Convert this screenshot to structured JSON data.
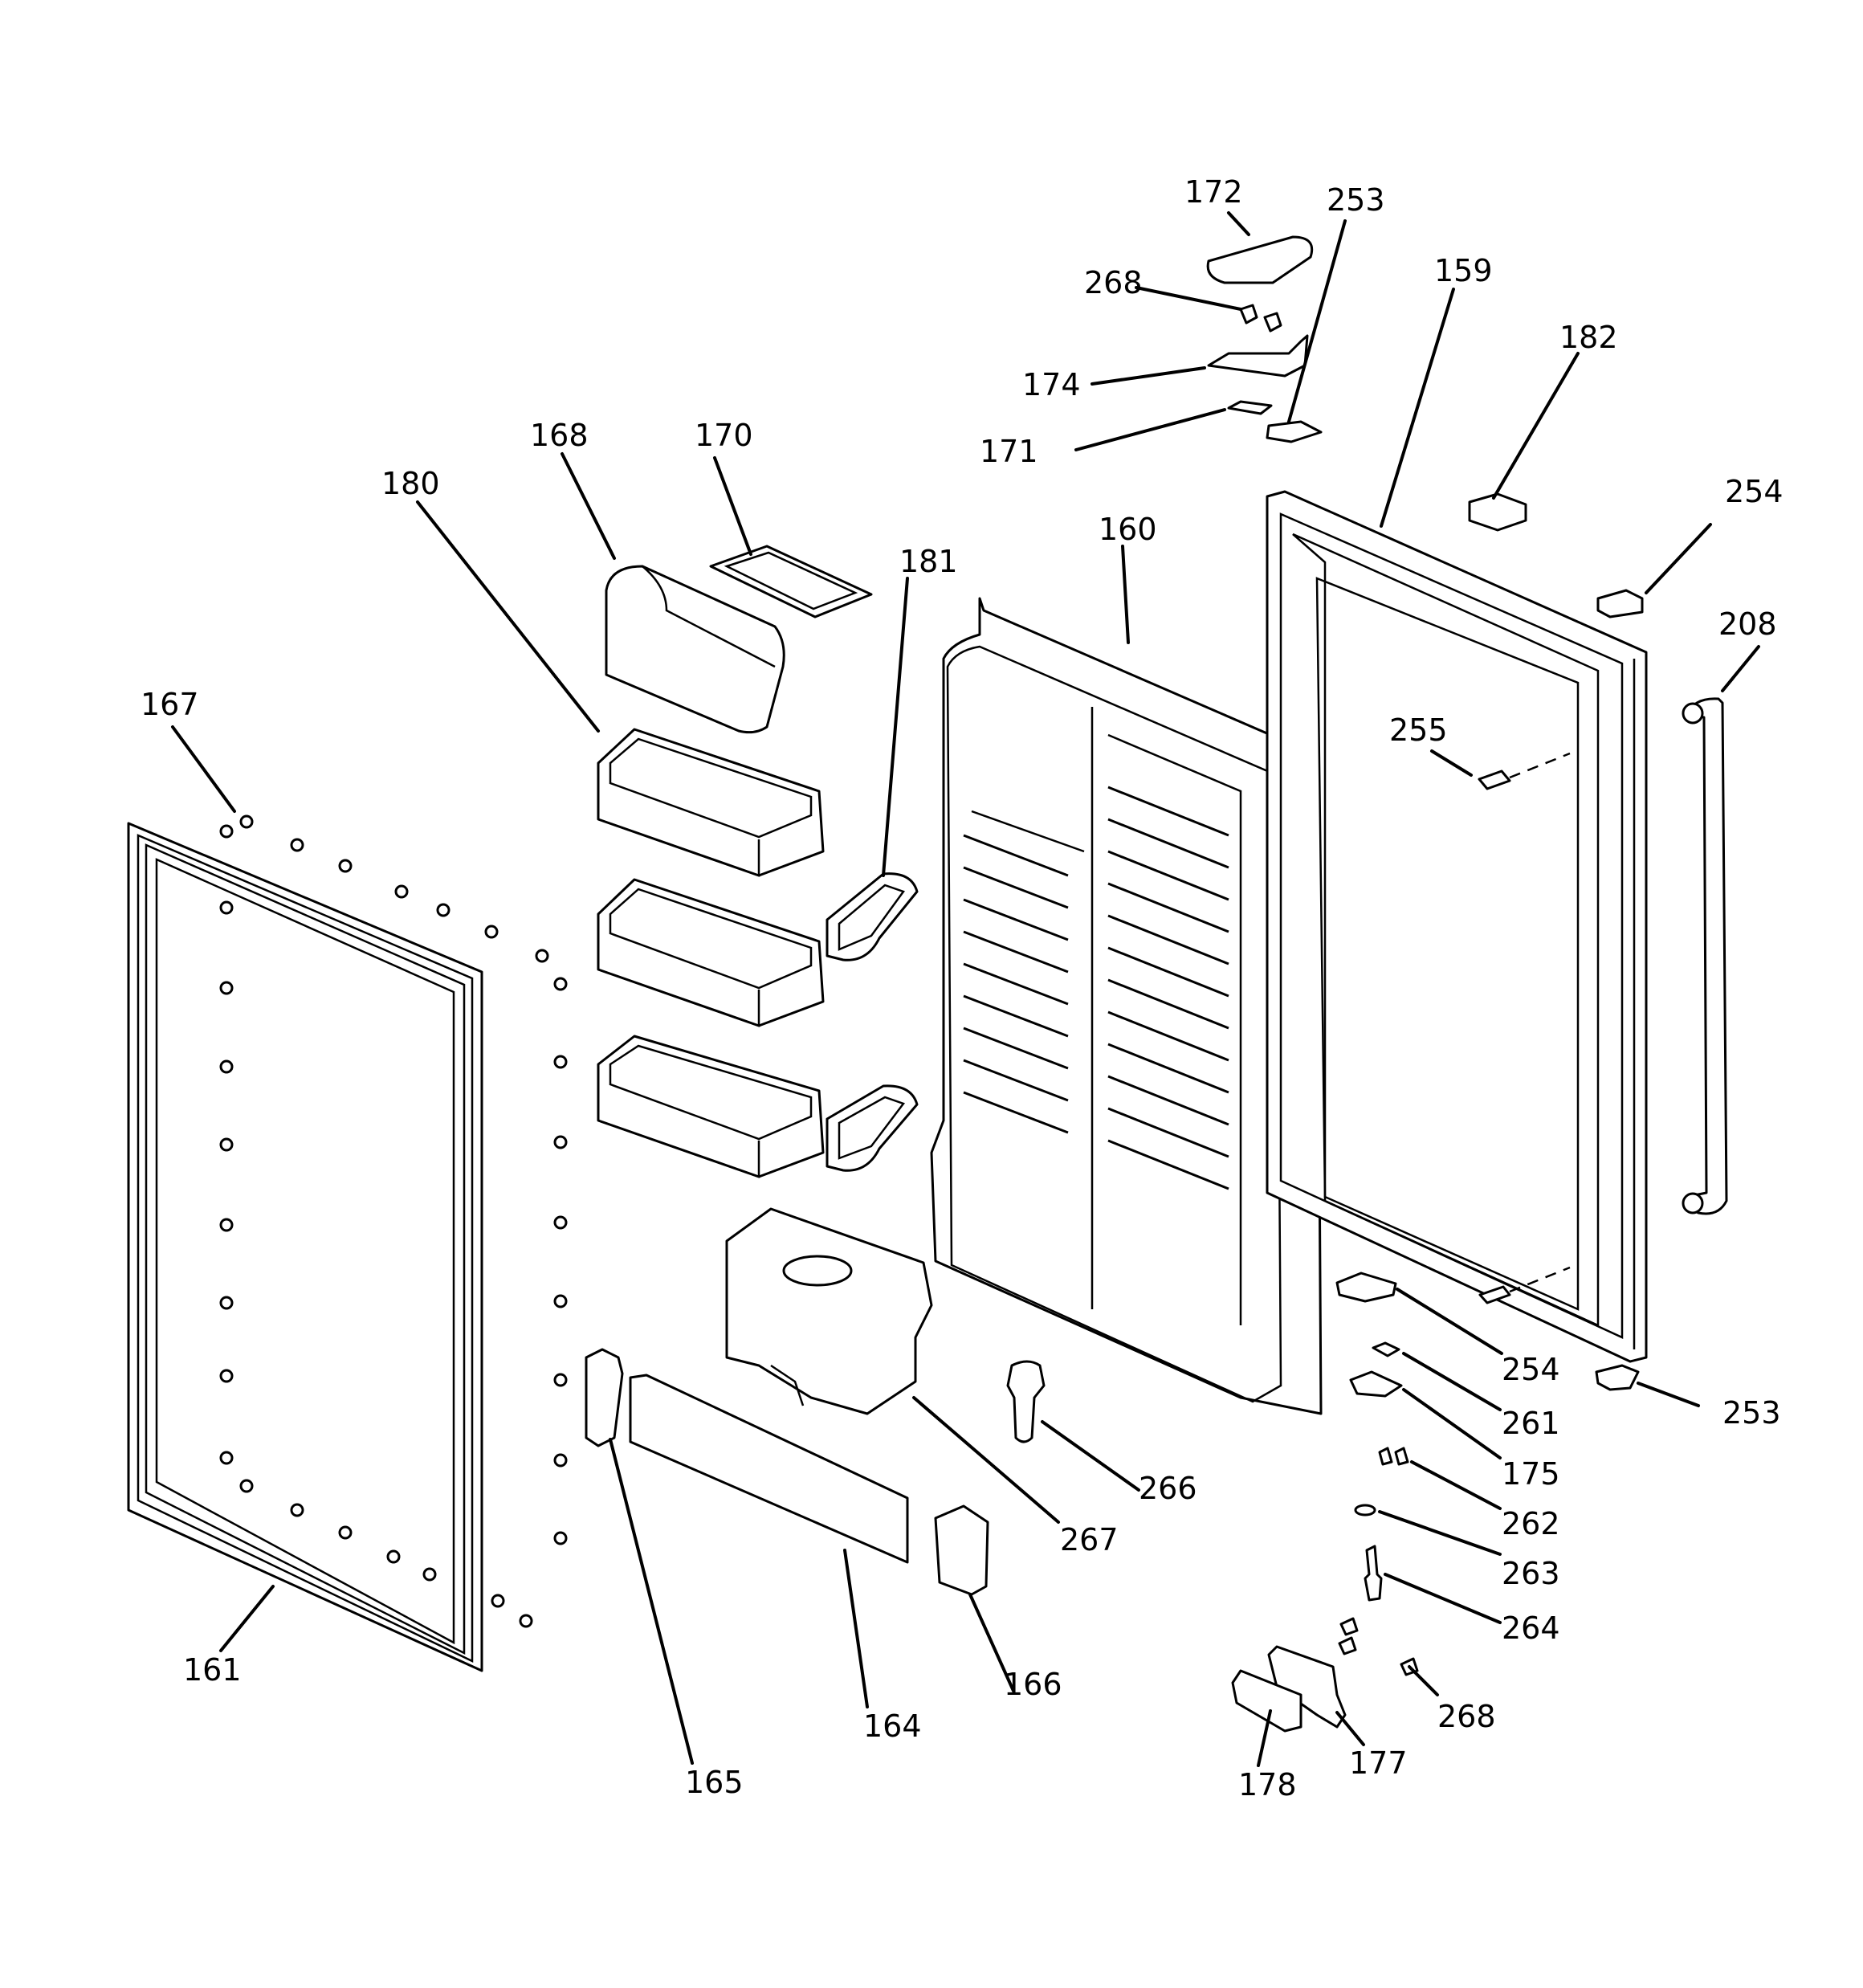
{
  "labels": {
    "p172": "172",
    "p253_top": "253",
    "p268_top": "268",
    "p159": "159",
    "p182": "182",
    "p174": "174",
    "p171": "171",
    "p254_top": "254",
    "p168": "168",
    "p170": "170",
    "p180": "180",
    "p181": "181",
    "p160": "160",
    "p208": "208",
    "p167": "167",
    "p255": "255",
    "p254_bottom": "254",
    "p261": "261",
    "p253_bottom": "253",
    "p175": "175",
    "p262": "262",
    "p263": "263",
    "p264": "264",
    "p266": "266",
    "p267": "267",
    "p161": "161",
    "p164": "164",
    "p166": "166",
    "p165": "165",
    "p268_bottom": "268",
    "p177": "177",
    "p178": "178"
  }
}
